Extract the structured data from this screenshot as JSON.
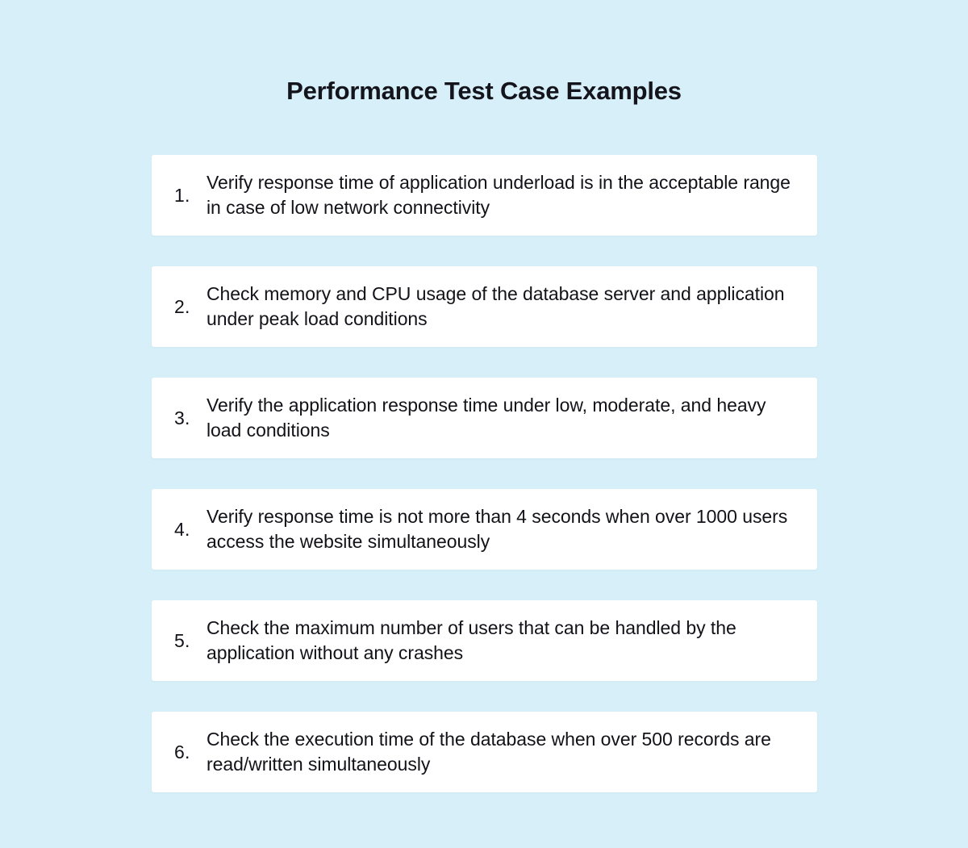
{
  "page": {
    "title": "Performance Test Case Examples",
    "background_color": "#d7eff8",
    "card_color": "#ffffff",
    "text_color": "#121219"
  },
  "items": [
    {
      "number": "1.",
      "text": "Verify response time of application underload is in the acceptable range in case of low network connectivity"
    },
    {
      "number": "2.",
      "text": "Check memory and CPU usage of the database server and application under peak load conditions"
    },
    {
      "number": "3.",
      "text": "Verify the application response time under low, moderate, and heavy load conditions"
    },
    {
      "number": "4.",
      "text": "Verify response time is not more than 4 seconds when over 1000 users access the website simultaneously"
    },
    {
      "number": "5.",
      "text": "Check the maximum number of users that can be handled by the application without any crashes"
    },
    {
      "number": "6.",
      "text": "Check the execution time of the database when over 500 records are read/written simultaneously"
    }
  ]
}
